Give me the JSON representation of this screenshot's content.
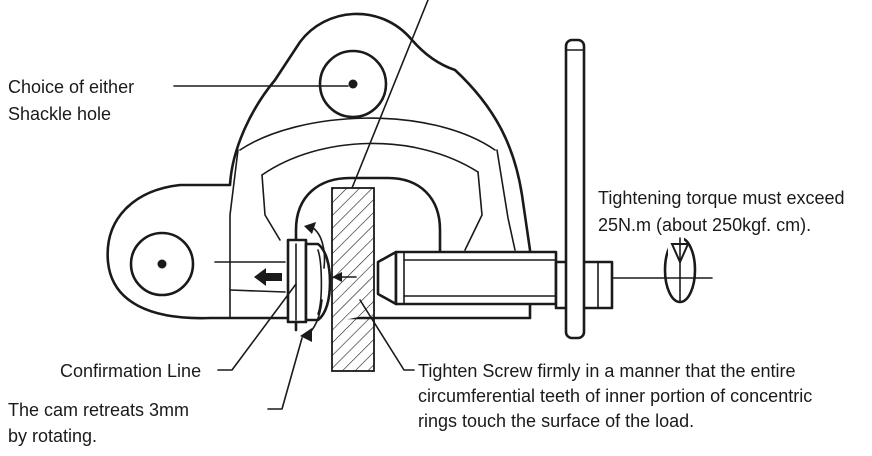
{
  "labels": {
    "shackle_line1": "Choice of either",
    "shackle_line2": "Shackle hole",
    "torque_line1": "Tightening torque must exceed",
    "torque_line2": "25N.m (about 250kgf. cm).",
    "confirmation": "Confirmation Line",
    "cam_line1": "The cam retreats 3mm",
    "cam_line2": "by rotating.",
    "tighten_line1": "Tighten Screw firmly in a manner that the entire",
    "tighten_line2": "circumferential teeth of inner portion of concentric",
    "tighten_line3": "rings touch the surface of the load."
  },
  "colors": {
    "ink": "#1a1a1a",
    "background": "#ffffff"
  }
}
